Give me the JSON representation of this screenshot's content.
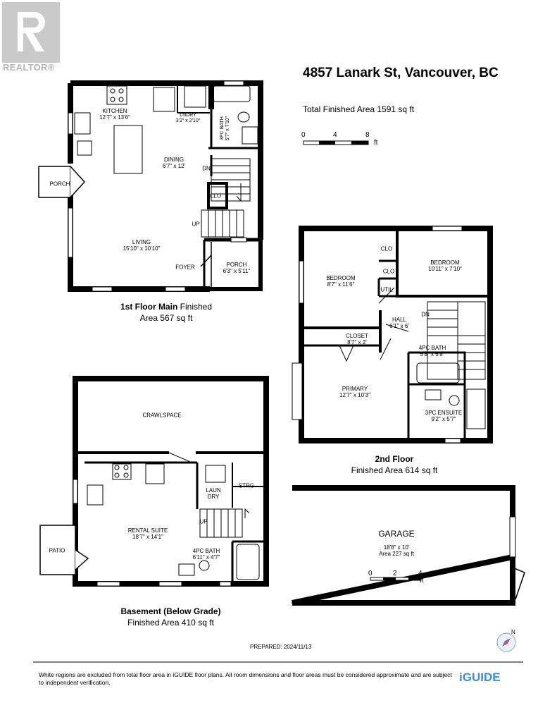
{
  "brand": {
    "realtor_logo_text": "REALTOR®",
    "iguide_logo": "iGUIDE"
  },
  "header": {
    "address": "4857 Lanark St, Vancouver, BC",
    "total_area": "Total Finished Area 1591 sq ft",
    "scale_ticks": [
      "0",
      "4",
      "8"
    ],
    "scale_unit": "ft"
  },
  "floors": {
    "main": {
      "title_bold": "1st Floor Main",
      "title_rest": " Finished",
      "area": "Area 567 sq ft",
      "rooms": {
        "kitchen": [
          "KITCHEN",
          "12'7\" x 13'6\""
        ],
        "laundry": [
          "LNDRY",
          "3'2\" x 2'10\""
        ],
        "bath": [
          "3PC BATH",
          "5'7\" x 7'10\""
        ],
        "dining": [
          "DINING",
          "6'7\" x 12'"
        ],
        "porch_left": "PORCH",
        "dn": "DN",
        "clo": "CLO",
        "up": "UP",
        "living": [
          "LIVING",
          "15'10\" x 10'10\""
        ],
        "foyer": "FOYER",
        "porch_right": [
          "PORCH",
          "6'3\" x 5'11\""
        ]
      }
    },
    "second": {
      "title_bold": "2nd Floor",
      "area": "Finished Area 614 sq ft",
      "rooms": {
        "bedroom1": [
          "BEDROOM",
          "8'7\" x 11'6\""
        ],
        "bedroom2": [
          "BEDROOM",
          "10'11\" x 7'10\""
        ],
        "clo1": "CLO",
        "clo2": "CLO",
        "util": "UTIL",
        "hall": [
          "HALL",
          "6'1\" x 6'"
        ],
        "dn": "DN",
        "closet": [
          "CLOSET",
          "8'7\" x 2'"
        ],
        "bath": [
          "4PC BATH",
          "5'8\" x 6'8\""
        ],
        "primary": [
          "PRIMARY",
          "12'7\" x 10'3\""
        ],
        "ensuite": [
          "3PC ENSUITE",
          "9'2\" x 5'7\""
        ]
      }
    },
    "basement": {
      "title_bold": "Basement (Below Grade)",
      "area": "Finished Area 410 sq ft",
      "rooms": {
        "crawlspace": "CRAWLSPACE",
        "laundry": [
          "LAUN",
          "DRY"
        ],
        "strg": "STRG",
        "up": "UP",
        "rental": [
          "RENTAL SUITE",
          "18'7\" x 14'1\""
        ],
        "bath": [
          "4PC BATH",
          "6'11\" x 4'7\""
        ],
        "patio": "PATIO"
      }
    },
    "garage": {
      "name": "GARAGE",
      "dims": "18'8\" x 10'",
      "area": "Area 227 sq ft",
      "scale_ticks": [
        "0",
        "2",
        "4"
      ],
      "scale_unit": "ft"
    }
  },
  "footer": {
    "prepared": "PREPARED: 2024/11/13",
    "disclaimer": "White regions are excluded from total floor area in iGUIDE floor plans. All room dimensions and floor areas must be considered approximate and are subject to independent verification."
  },
  "compass": {
    "north_label": "N"
  }
}
